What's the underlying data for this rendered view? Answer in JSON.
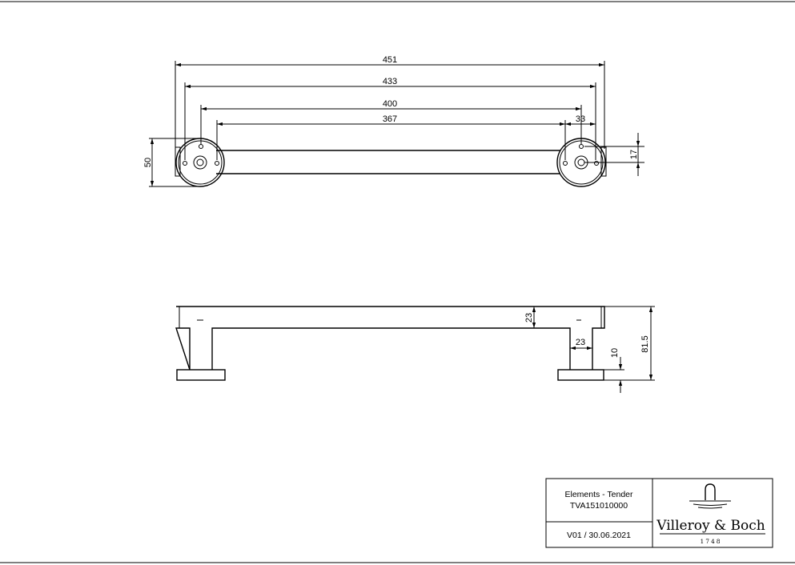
{
  "top_view": {
    "dimensions": {
      "overall": "451",
      "outer_mount": "433",
      "hole_centers": "400",
      "inner": "367",
      "rose_offset": "33",
      "hole_offset": "17",
      "rose_diameter": "50"
    }
  },
  "side_view": {
    "dimensions": {
      "bar_height": "23",
      "post_width": "23",
      "base_height": "10",
      "total_depth": "81.5"
    }
  },
  "title_block": {
    "series": "Elements - Tender",
    "article_number": "TVA151010000",
    "version_date": "V01 / 30.06.2021",
    "brand": "Villeroy & Boch",
    "brand_year": "1748"
  }
}
